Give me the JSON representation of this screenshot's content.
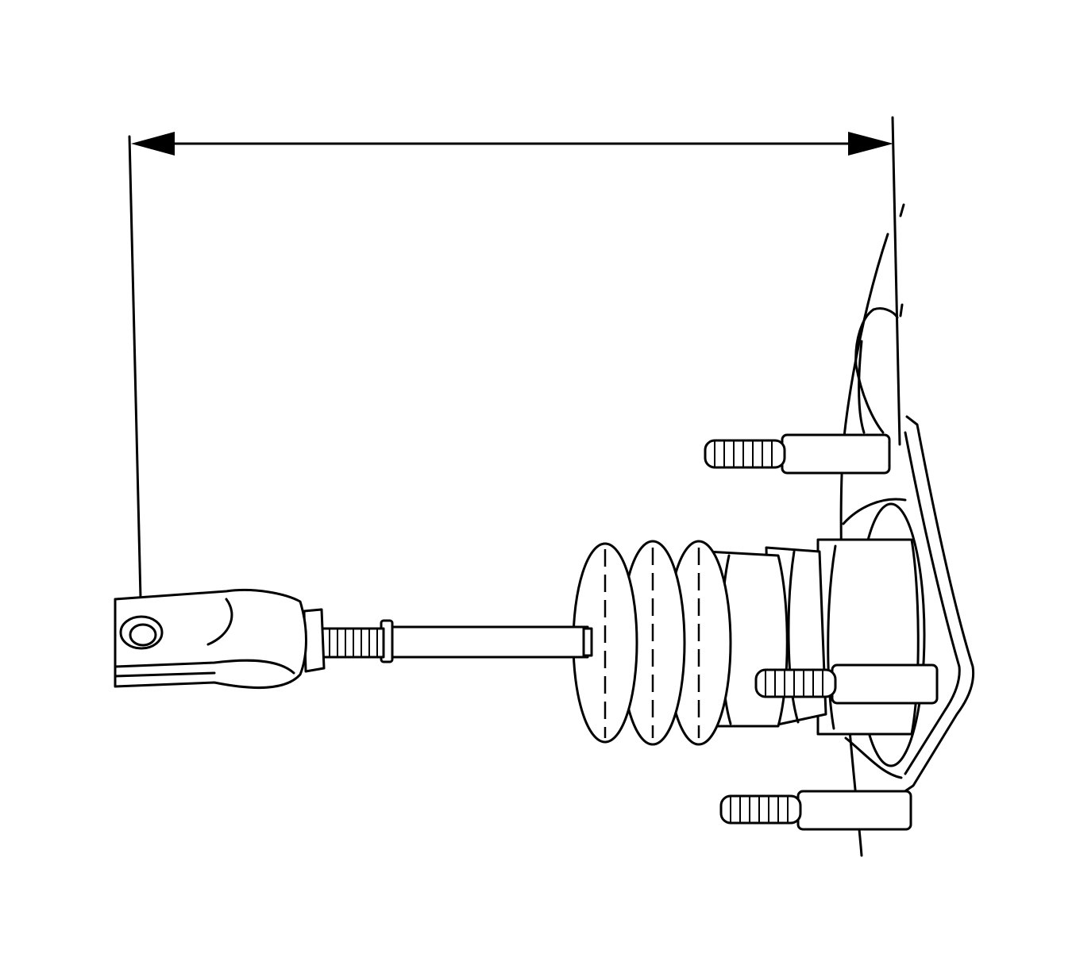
{
  "diagram": {
    "type": "line-drawing",
    "subject": "pushrod-and-booster-assembly",
    "line_color": "#000000",
    "background_color": "#ffffff",
    "dimension_arrow": {
      "ends": [
        "left-arrowhead",
        "right-arrowhead"
      ],
      "label": ""
    }
  }
}
